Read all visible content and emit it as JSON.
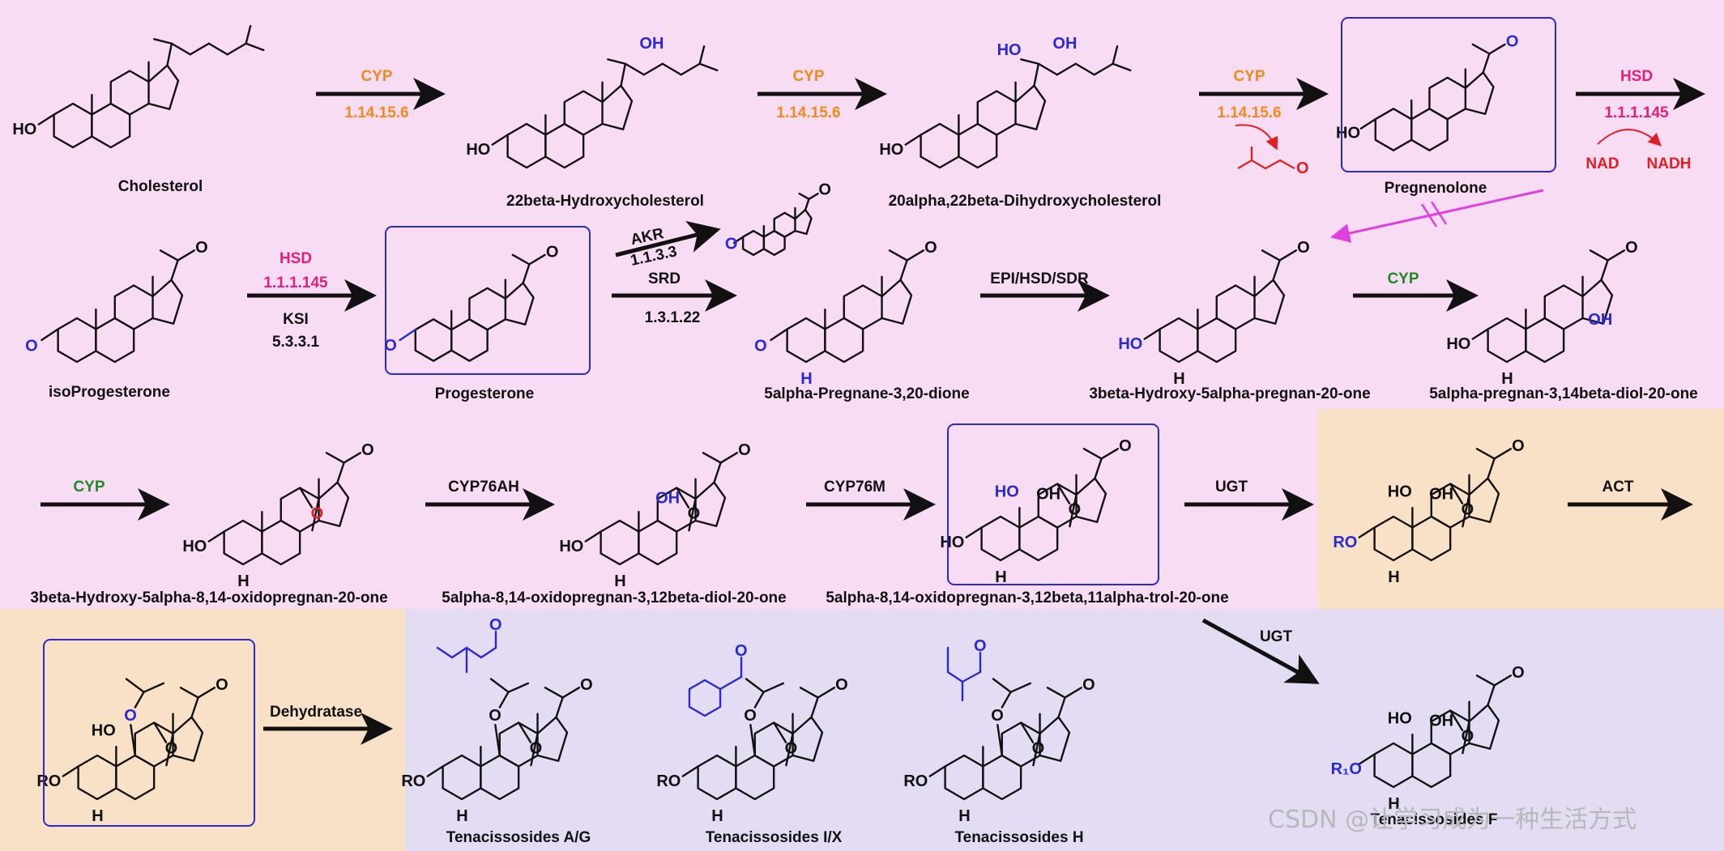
{
  "compounds": {
    "cholesterol": "Cholesterol",
    "hydroxy22": "22beta-Hydroxycholesterol",
    "dihydroxy": "20alpha,22beta-Dihydroxycholesterol",
    "pregnenolone": "Pregnenolone",
    "isoprogesterone": "isoProgesterone",
    "progesterone": "Progesterone",
    "pregnanedione": "5alpha-Pregnane-3,20-dione",
    "hydroxypregnanone": "3beta-Hydroxy-5alpha-pregnan-20-one",
    "pregnandiol": "5alpha-pregnan-3,14beta-diol-20-one",
    "oxidopregnanone": "3beta-Hydroxy-5alpha-8,14-oxidopregnan-20-one",
    "oxidodiol": "5alpha-8,14-oxidopregnan-3,12beta-diol-20-one",
    "oxidotriol": "5alpha-8,14-oxidopregnan-3,12beta,11alpha-trol-20-one",
    "ten_ag": "Tenacissosides A/G",
    "ten_ix": "Tenacissosides I/X",
    "ten_h": "Tenacissosides H",
    "ten_f": "Tenacissosides F"
  },
  "enzymes": {
    "cyp": "CYP",
    "cyp_ec": "1.14.15.6",
    "hsd": "HSD",
    "hsd_ec": "1.1.1.145",
    "nad": "NAD",
    "nadh": "NADH",
    "ksi": "KSI",
    "ksi_ec": "5.3.3.1",
    "akr": "AKR",
    "akr_ec": "1.1.3.3",
    "srd": "SRD",
    "srd_ec": "1.3.1.22",
    "epi": "EPI/HSD/SDR",
    "cyp76ah": "CYP76AH",
    "cyp76m": "CYP76M",
    "ugt": "UGT",
    "act": "ACT",
    "dehydratase": "Dehydratase"
  },
  "atoms": {
    "ho": "HO",
    "oh": "OH",
    "o": "O",
    "h": "H",
    "ro": "RO",
    "r1o": "R₁O"
  },
  "watermark": "CSDN @让学习成为一种生活方式",
  "colors": {
    "pink_region": "#f7dcf4",
    "peach_region": "#f9e1c8",
    "lavender_region": "#e4dcf3",
    "cyp_orange": "#f08a1c",
    "hsd_pink": "#e0207a",
    "cyp_green": "#1f8a1f",
    "cofactor_red": "#e02020",
    "heteroatom_blue": "#2a2ad0",
    "oxygen_red": "#e02020",
    "blocked_arrow": "#e040e0"
  }
}
